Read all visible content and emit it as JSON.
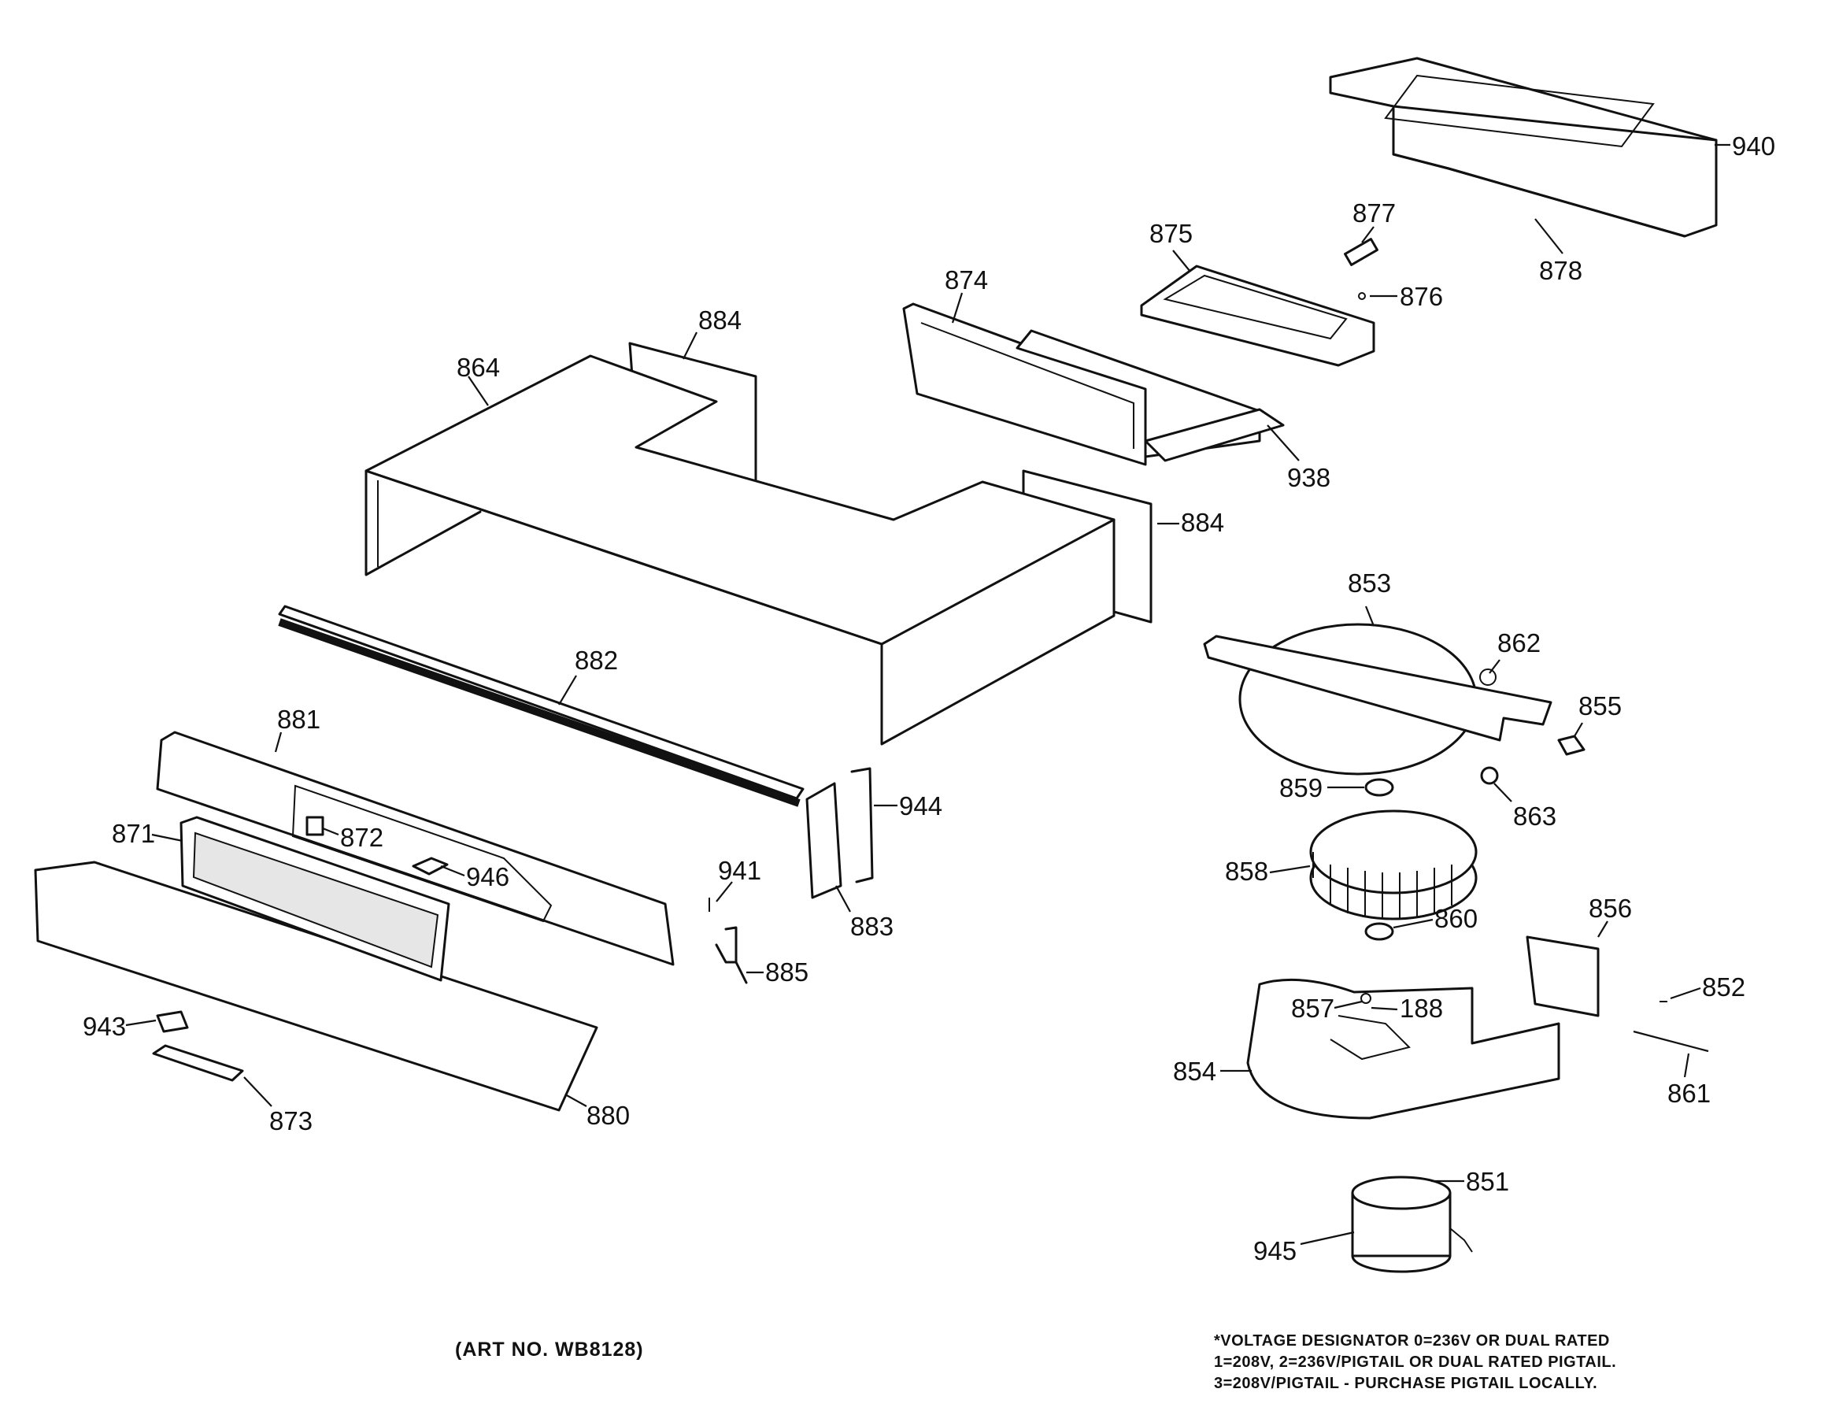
{
  "parts": {
    "p940": "940",
    "p878": "878",
    "p877": "877",
    "p875": "875",
    "p876": "876",
    "p874": "874",
    "p938": "938",
    "p884a": "884",
    "p884b": "884",
    "p864": "864",
    "p882": "882",
    "p881": "881",
    "p871": "871",
    "p872": "872",
    "p946": "946",
    "p944": "944",
    "p941": "941",
    "p883": "883",
    "p885": "885",
    "p943": "943",
    "p873": "873",
    "p880": "880",
    "p853": "853",
    "p862": "862",
    "p855": "855",
    "p863": "863",
    "p859": "859",
    "p858": "858",
    "p860": "860",
    "p856": "856",
    "p852": "852",
    "p857": "857",
    "p188": "188",
    "p854": "854",
    "p861": "861",
    "p851": "851",
    "p945": "945"
  },
  "art_number": "(ART NO. WB8128)",
  "voltage_note": [
    "*VOLTAGE DESIGNATOR 0=236V OR DUAL RATED",
    "1=208V, 2=236V/PIGTAIL OR DUAL RATED PIGTAIL.",
    "3=208V/PIGTAIL - PURCHASE PIGTAIL LOCALLY."
  ]
}
